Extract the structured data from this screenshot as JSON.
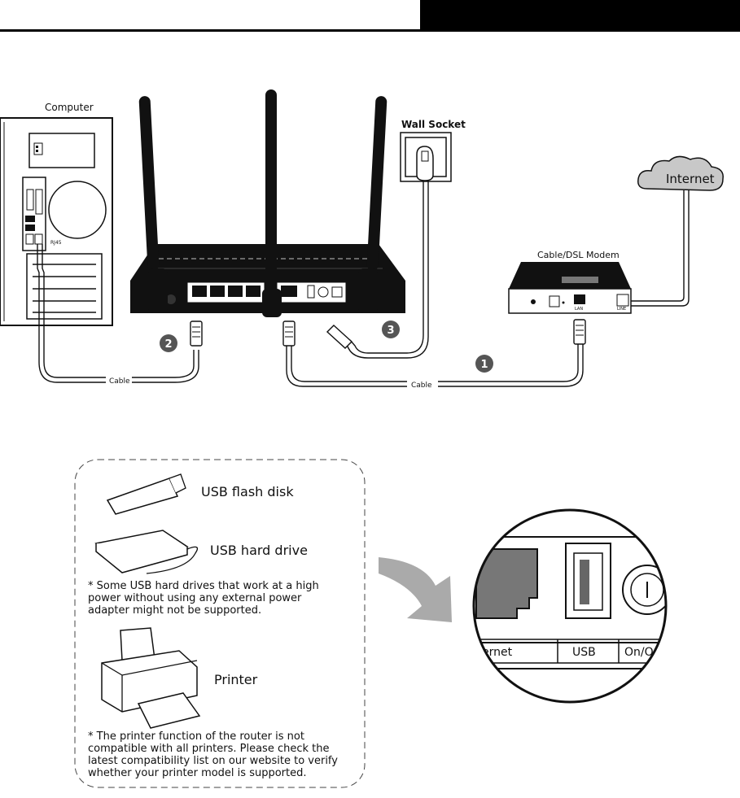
{
  "connection": {
    "computer_label": "Computer",
    "wall_socket_label": "Wall Socket",
    "internet_label": "Internet",
    "modem_label": "Cable/DSL Modem",
    "rj45_label": "RJ45",
    "cable_label": "Cable",
    "step_1": "1",
    "step_2": "2",
    "step_3": "3",
    "modem_lan_label": "LAN",
    "modem_line_label": "LINE"
  },
  "usb_panel": {
    "flash_disk_label": "USB flash disk",
    "hard_drive_label": "USB hard drive",
    "hard_drive_note": "* Some USB hard drives that work at a high power without using any external power adapter might not be supported.",
    "printer_label": "Printer",
    "printer_note": "* The printer function of the router is not compatible with all printers. Please check the latest compatibility list on our website to verify whether your printer model is supported.",
    "zoom_port_internet": "ernet",
    "zoom_port_usb": "USB",
    "zoom_port_onoff": "On/O"
  }
}
